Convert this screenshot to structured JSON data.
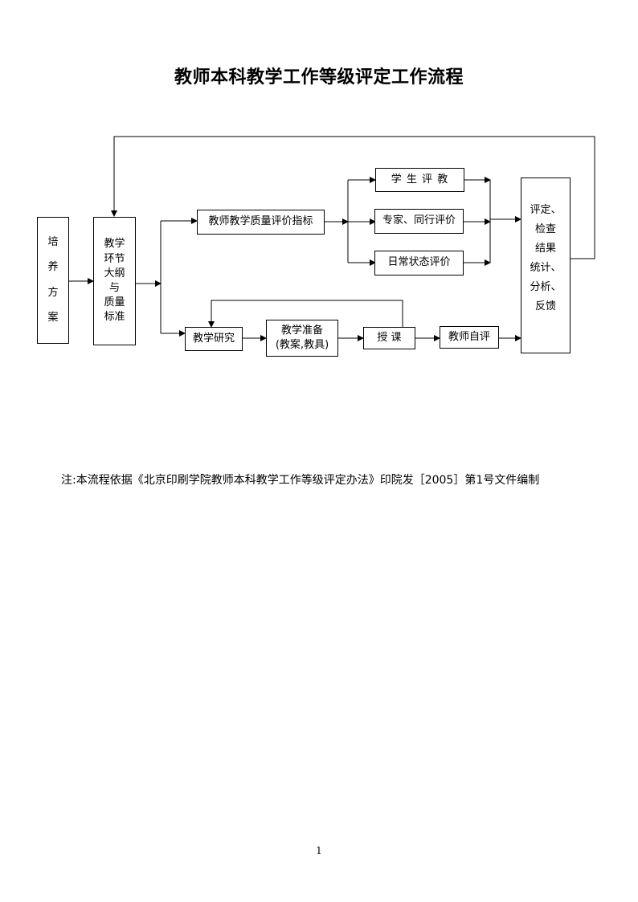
{
  "title": "教师本科教学工作等级评定工作流程",
  "boxes": {
    "peiyang": [
      "培",
      "养",
      "方",
      "案"
    ],
    "outline": [
      "教学",
      "环节",
      "大纲",
      "与",
      "质量",
      "标准"
    ],
    "quality_index": "教师教学质量评价指标",
    "student_eval": "学 生 评 教",
    "expert_eval": "专家、同行评价",
    "daily_eval": "日常状态评价",
    "result": [
      "评定、",
      "检查",
      "结果",
      "统计、",
      "分析、",
      "反馈"
    ],
    "research": "教学研究",
    "prep": [
      "教学准备",
      "(教案,教具)"
    ],
    "teach": "授 课",
    "self_eval": "教师自评"
  },
  "note": "注:本流程依据《北京印刷学院教师本科教学工作等级评定办法》印院发［2005］第1号文件编制",
  "page_number": "1"
}
